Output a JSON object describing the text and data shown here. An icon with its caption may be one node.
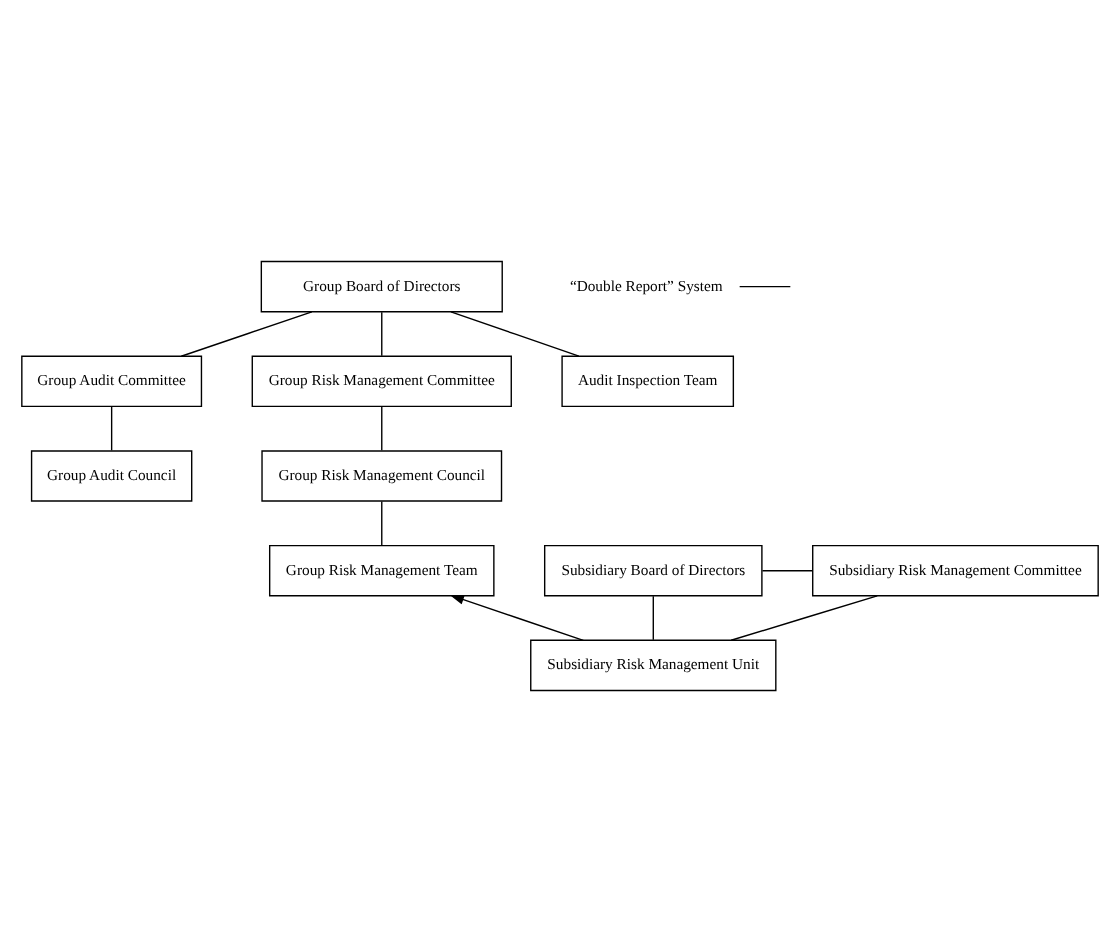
{
  "diagram": {
    "nodes": [
      {
        "text": [
          "Group Board of Directors"
        ]
      },
      {
        "text": [
          "Group Audit Committee"
        ]
      },
      {
        "text": [
          "Group Risk Management Committee"
        ]
      },
      {
        "text": [
          "Group Audit Council"
        ]
      },
      {
        "text": [
          "Group Risk Management Council"
        ]
      },
      {
        "text": [
          "Audit Inspection Team"
        ]
      },
      {
        "text": [
          "Group Risk Management Team"
        ]
      },
      {
        "text": [
          "“Double Report” System"
        ]
      },
      {
        "text": [
          "Subsidiary Board of Directors"
        ]
      },
      {
        "text": [
          "Subsidiary Risk Management Committee"
        ]
      },
      {
        "text": [
          "Subsidiary Risk Management Unit"
        ]
      }
    ],
    "edges": [
      {
        "from": 0,
        "to": 1,
        "arrow": "none"
      },
      {
        "from": 0,
        "to": 2,
        "arrow": "none"
      },
      {
        "from": 1,
        "to": 3,
        "arrow": "none"
      },
      {
        "from": 2,
        "to": 4,
        "arrow": "none"
      },
      {
        "from": 0,
        "to": 5,
        "arrow": "none"
      },
      {
        "from": 4,
        "to": 6,
        "arrow": "none"
      },
      {
        "from": 7,
        "to": null,
        "arrow": "none"
      },
      {
        "from": 8,
        "to": 9,
        "arrow": "none"
      },
      {
        "from": 8,
        "to": 10,
        "arrow": "none"
      },
      {
        "from": 9,
        "to": 10,
        "arrow": "none"
      },
      {
        "from": 10,
        "to": 6,
        "arrow": "to"
      }
    ]
  }
}
